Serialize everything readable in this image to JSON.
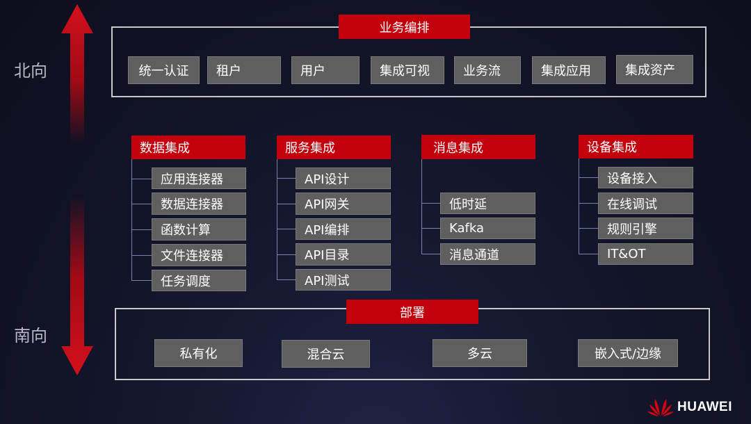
{
  "direction": {
    "north": "北向",
    "south": "南向"
  },
  "orchestration": {
    "title": "业务编排",
    "items": [
      "统一认证",
      "租户",
      "用户",
      "集成可视",
      "业务流",
      "集成应用",
      "集成资产"
    ]
  },
  "columns": [
    {
      "title": "数据集成",
      "items": [
        "应用连接器",
        "数据连接器",
        "函数计算",
        "文件连接器",
        "任务调度"
      ]
    },
    {
      "title": "服务集成",
      "items": [
        "API设计",
        "API网关",
        "API编排",
        "API目录",
        "API测试"
      ]
    },
    {
      "title": "消息集成",
      "items": [
        "低时延",
        "Kafka",
        "消息通道"
      ]
    },
    {
      "title": "设备集成",
      "items": [
        "设备接入",
        "在线调试",
        "规则引擎",
        "IT&OT"
      ]
    }
  ],
  "deployment": {
    "title": "部署",
    "items": [
      "私有化",
      "混合云",
      "多云",
      "嵌入式/边缘"
    ]
  },
  "brand": {
    "name": "HUAWEI"
  },
  "colors": {
    "accent_red": "#c4000c",
    "box_gray": "#5f5f5f",
    "frame": "#c9c9c9",
    "background": "#10112a"
  }
}
